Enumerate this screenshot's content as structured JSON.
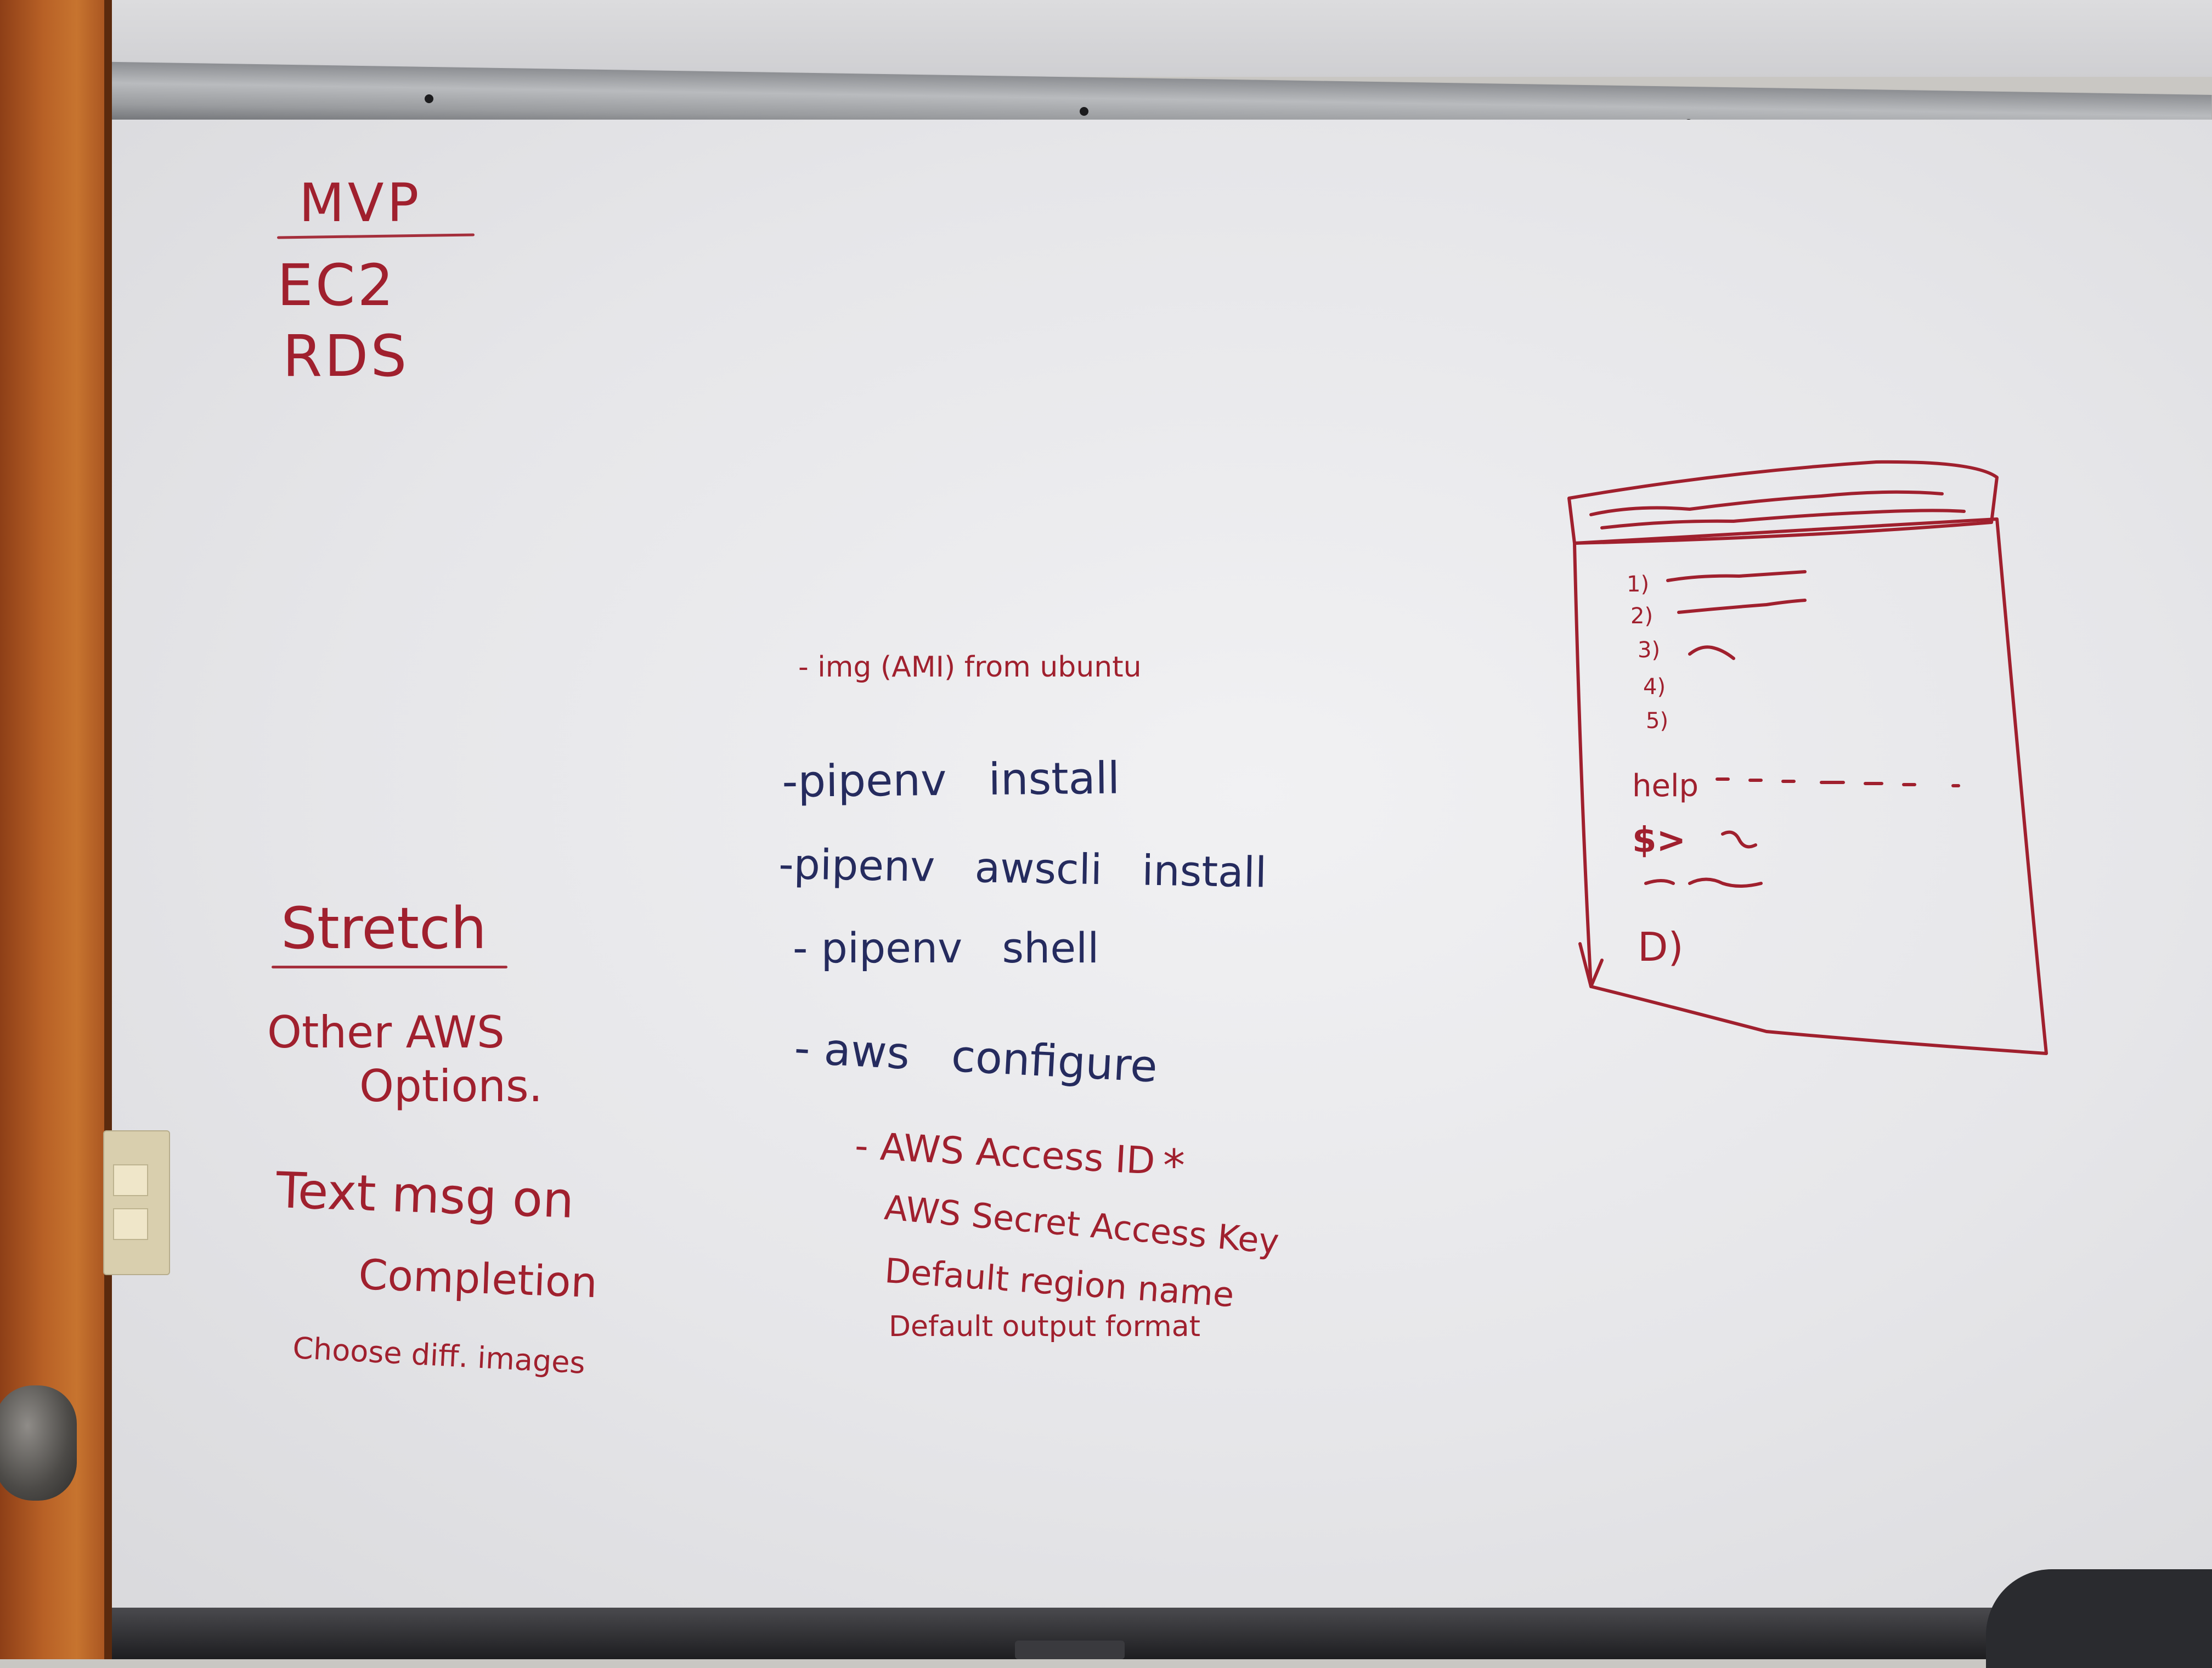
{
  "whiteboard": {
    "mvp": {
      "heading": "MVP",
      "items": [
        "EC2",
        "RDS"
      ]
    },
    "stretch": {
      "heading": "Stretch",
      "items": [
        "Other AWS",
        "Options.",
        "Text msg on",
        "Completion",
        "Choose diff. images"
      ]
    },
    "steps": {
      "ami_note": "- img (AMI) from ubuntu",
      "commands": [
        "-pipenv   install",
        "-pipenv   awscli   install",
        "- pipenv   shell",
        "- aws   configure"
      ],
      "configure_prompts": [
        "- AWS Access ID",
        "AWS Secret Access Key",
        "Default region name",
        "Default output format"
      ],
      "asterisk": "*"
    },
    "terminal_sketch": {
      "menu_numbers": [
        "1)",
        "2)",
        "3)",
        "4)",
        "5)"
      ],
      "help_line": "help",
      "prompt": "$>",
      "last_prompt": "D)"
    }
  },
  "colors": {
    "red_marker": "#a0202e",
    "blue_marker": "#252b5e",
    "whiteboard": "#e8e8ea",
    "door_wood": "#b05a26"
  }
}
